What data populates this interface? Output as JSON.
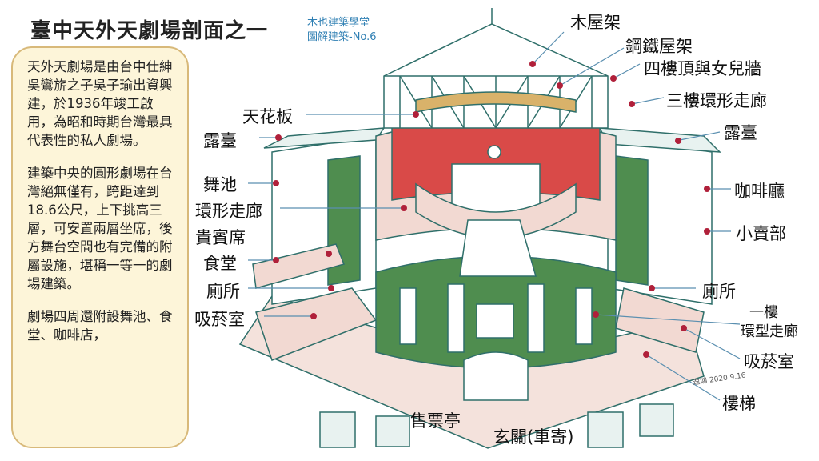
{
  "title": "臺中天外天劇場剖面之一",
  "brand": {
    "line1": "木也建築學堂",
    "line2": "圖解建築-No.6"
  },
  "note": {
    "p1": "天外天劇場是由台中仕紳吳鸞旂之子吳子瑜出資興建，於1936年竣工啟用，為昭和時期台灣最具代表性的私人劇場。",
    "p2": "建築中央的圓形劇場在台灣絕無僅有，跨距達到18.6公尺，上下挑高三層，可安置兩層坐席，後方舞台空間也有完備的附屬設施，堪稱一等一的劇場建築。",
    "p3": "劇場四周還附設舞池、食堂、咖啡店，"
  },
  "labels": {
    "wood_truss": "木屋架",
    "steel_truss": "鋼鐵屋架",
    "parapet": "四樓頂與女兒牆",
    "corridor3": "三樓環形走廊",
    "ceiling": "天花板",
    "terrace_left": "露臺",
    "terrace_right": "露臺",
    "dance_floor": "舞池",
    "ring_corridor": "環形走廊",
    "vip_seats": "貴賓席",
    "cafe": "咖啡廳",
    "kiosk": "小賣部",
    "dining": "食堂",
    "restroom_left": "廁所",
    "restroom_right": "廁所",
    "corridor1_line1": "一樓",
    "corridor1_line2": "環型走廊",
    "smoking_left": "吸菸室",
    "smoking_right": "吸菸室",
    "stairs": "樓梯",
    "ticket_booth": "售票亭",
    "entrance": "玄關(車寄)"
  },
  "signature": "逸鴻 2020.9.16",
  "colors": {
    "red": "#d94a48",
    "green": "#4f8d4f",
    "teal": "#2f6f6a",
    "pink": "#f2d9d2",
    "marker": "#b0203a",
    "cream": "#fdf5d9"
  }
}
